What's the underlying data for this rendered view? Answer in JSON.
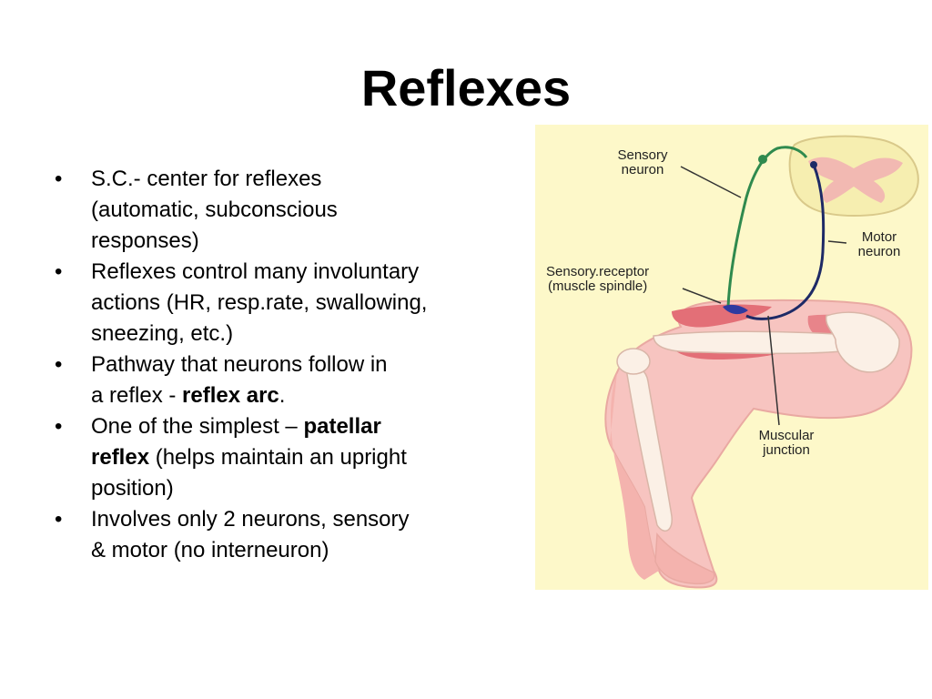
{
  "slide": {
    "title": "Reflexes"
  },
  "bullets": [
    {
      "marker": "•",
      "segments": [
        {
          "text": "S.C.- center for reflexes",
          "bold": false,
          "br": true
        },
        {
          "text": "(automatic, subconscious",
          "bold": false,
          "br": true
        },
        {
          "text": "responses)",
          "bold": false
        }
      ]
    },
    {
      "marker": "•",
      "segments": [
        {
          "text": "Reflexes control many involuntary",
          "bold": false,
          "br": true
        },
        {
          "text": "actions (HR, resp.rate, swallowing,",
          "bold": false,
          "br": true
        },
        {
          "text": "sneezing, etc.)",
          "bold": false
        }
      ]
    },
    {
      "marker": "•",
      "segments": [
        {
          "text": "Pathway that neurons follow in",
          "bold": false,
          "br": true
        },
        {
          "text": "a reflex - ",
          "bold": false
        },
        {
          "text": "reflex arc",
          "bold": true
        },
        {
          "text": ".",
          "bold": false
        }
      ]
    },
    {
      "marker": "•",
      "segments": [
        {
          "text": "One of  the simplest – ",
          "bold": false
        },
        {
          "text": "patellar",
          "bold": true,
          "br": true
        },
        {
          "text": "reflex",
          "bold": true
        },
        {
          "text": " (helps maintain an upright",
          "bold": false,
          "br": true
        },
        {
          "text": "position)",
          "bold": false
        }
      ]
    },
    {
      "marker": "•",
      "segments": [
        {
          "text": "Involves only 2 neurons, sensory",
          "bold": false,
          "br": true
        },
        {
          "text": "& motor (no interneuron)",
          "bold": false
        }
      ]
    }
  ],
  "figure": {
    "labels": {
      "sensory_neuron_1": "Sensory",
      "sensory_neuron_2": "neuron",
      "motor_neuron_1": "Motor",
      "motor_neuron_2": "neuron",
      "receptor_1": "Sensory.receptor",
      "receptor_2": "(muscle spindle)",
      "junction_1": "Muscular",
      "junction_2": "junction"
    },
    "colors": {
      "background": "#fdf8c9",
      "skin": "#f7c4c0",
      "muscle": "#e36f77",
      "bone": "#fbf0e6",
      "sensory": "#2f8a4e",
      "motor": "#1e2a66",
      "cord": "#f6eeb0"
    }
  }
}
